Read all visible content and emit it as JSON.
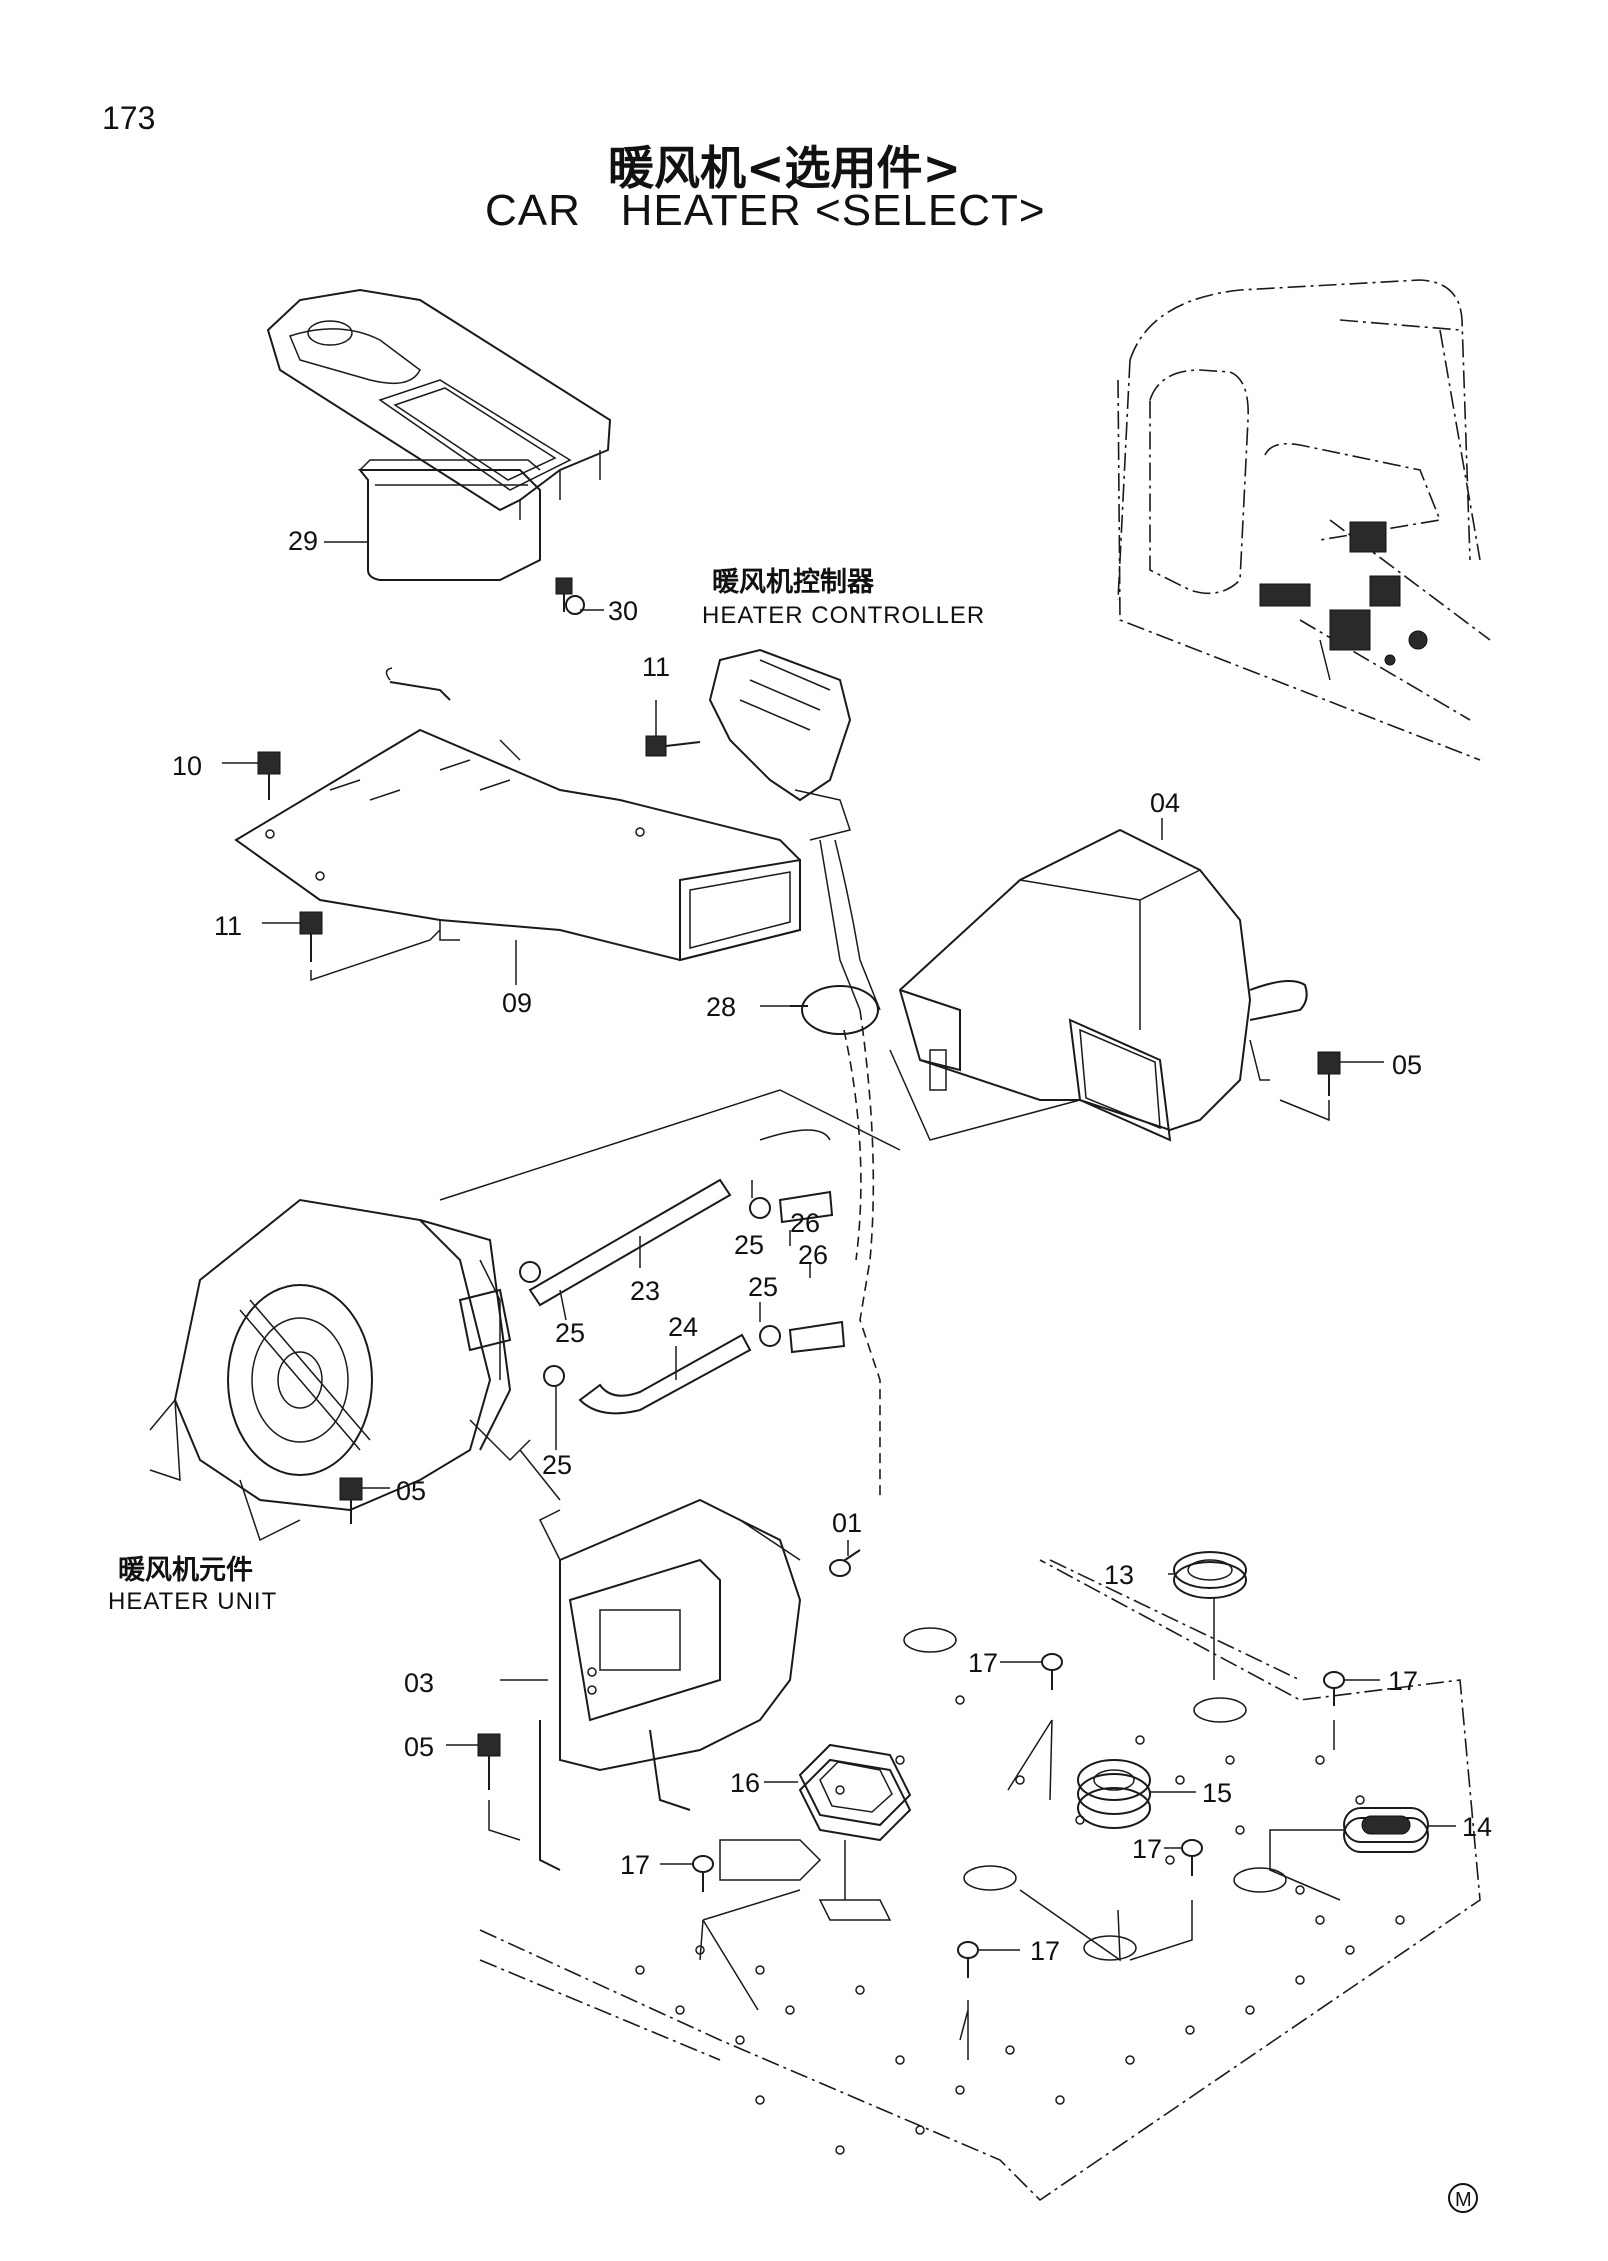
{
  "page_number": "173",
  "title_cn": "暖风机<选用件>",
  "title_en": "CAR   HEATER <SELECT>",
  "sections": {
    "controller_cn": "暖风机控制器",
    "controller_en": "HEATER CONTROLLER",
    "unit_cn": "暖风机元件",
    "unit_en": "HEATER UNIT"
  },
  "callouts": {
    "c29": "29",
    "c30": "30",
    "c11a": "11",
    "c10": "10",
    "c11b": "11",
    "c09": "09",
    "c28": "28",
    "c04": "04",
    "c05a": "05",
    "c26a": "26",
    "c25a": "25",
    "c26b": "26",
    "c23": "23",
    "c25b": "25",
    "c25c": "25",
    "c24": "24",
    "c25d": "25",
    "c05b": "05",
    "c01": "01",
    "c13": "13",
    "c17a": "17",
    "c17b": "17",
    "c03": "03",
    "c05c": "05",
    "c16": "16",
    "c15": "15",
    "c14": "14",
    "c17c": "17",
    "c17d": "17",
    "c17e": "17"
  },
  "mark": "M"
}
